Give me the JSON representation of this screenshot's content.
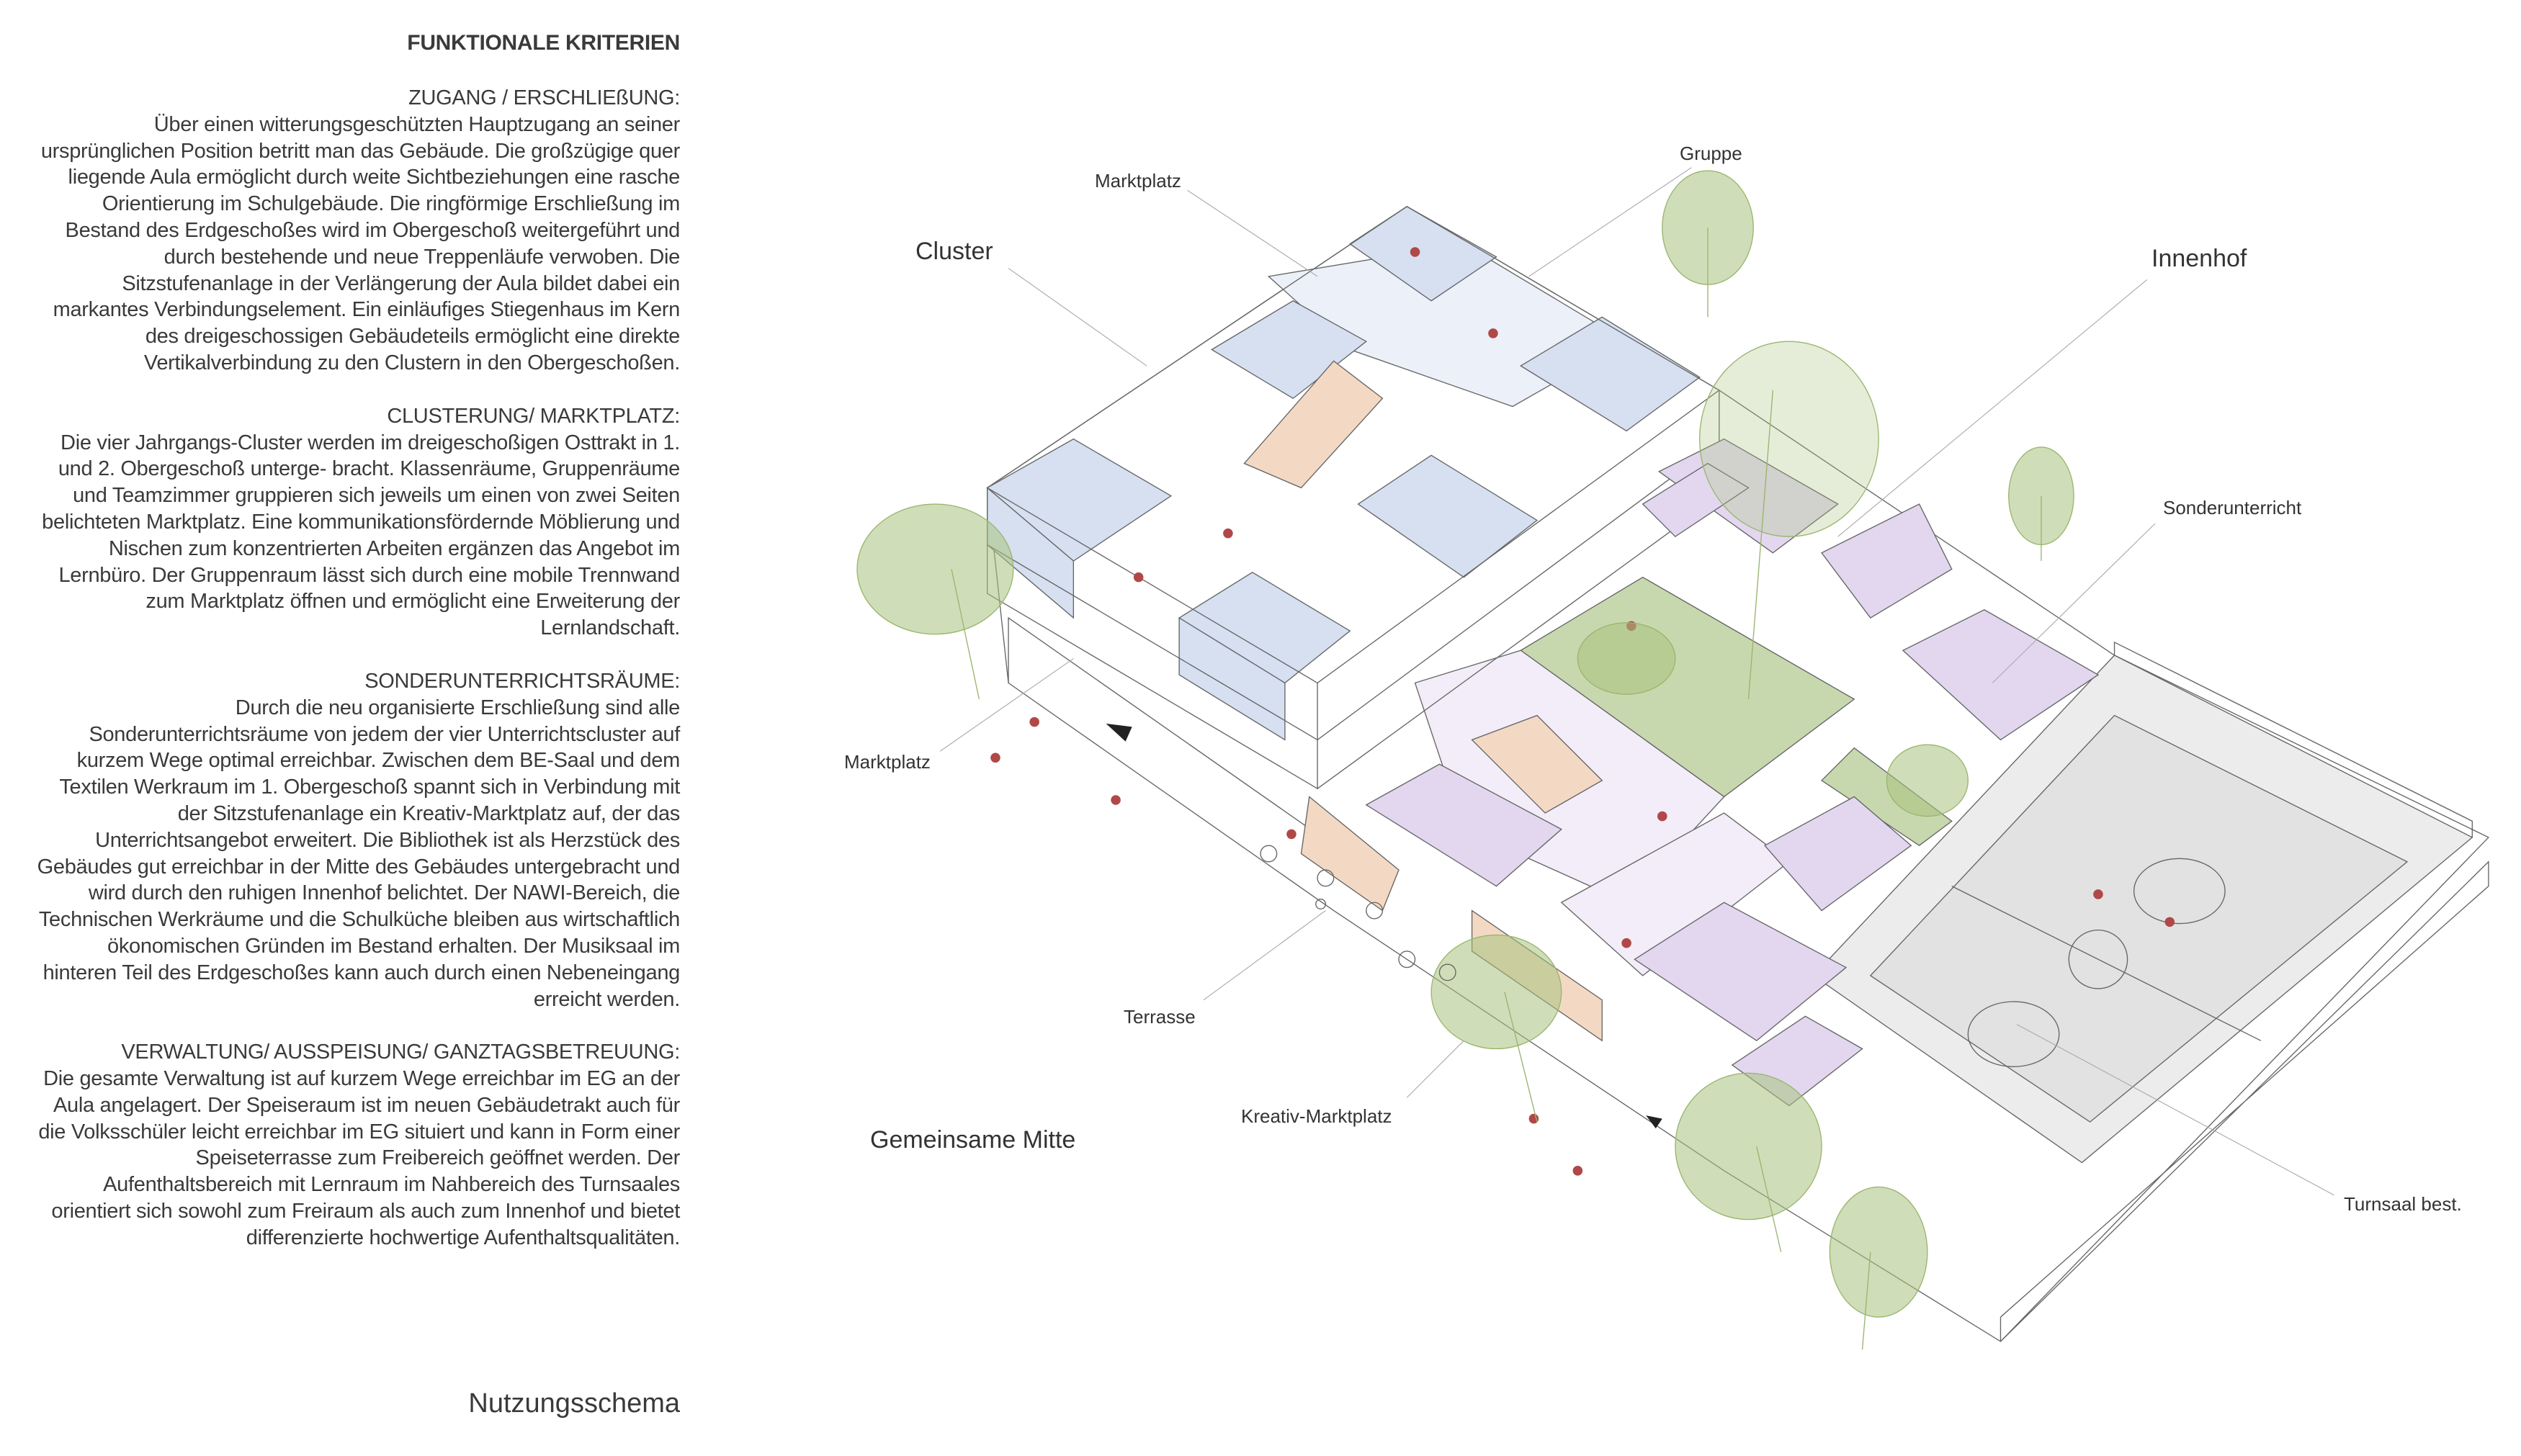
{
  "heading": "FUNKTIONALE KRITERIEN",
  "sections": [
    {
      "title": "ZUGANG / ERSCHLIEßUNG:",
      "body": "Über einen witterungsgeschützten Hauptzugang an seiner ursprünglichen Position betritt man das Gebäude. Die großzügige quer liegende Aula ermöglicht durch weite Sichtbeziehungen eine rasche Orientierung im Schulgebäude. Die ringförmige Erschließung im Bestand des Erdgeschoßes wird im Obergeschoß weitergeführt und durch bestehende und neue Treppenläufe verwoben. Die Sitzstufenanlage in der Verlängerung der Aula bildet dabei ein markantes Verbindungselement. Ein einläufiges Stiegenhaus im Kern des dreigeschossigen Gebäudeteils ermöglicht eine direkte Vertikalverbindung zu den Clustern in den Obergeschoßen."
    },
    {
      "title": "CLUSTERUNG/ MARKTPLATZ:",
      "body": "Die vier Jahrgangs-Cluster werden im dreigeschoßigen Osttrakt in 1. und 2. Obergeschoß unterge- bracht. Klassenräume, Gruppenräume und Teamzimmer gruppieren sich jeweils um einen von zwei Seiten belichteten Marktplatz. Eine kommunikationsfördernde Möblierung und Nischen zum konzentrierten Arbeiten ergänzen das Angebot im Lernbüro. Der Gruppenraum lässt sich durch eine mobile Trennwand zum Marktplatz öffnen und ermöglicht eine Erweiterung der Lernlandschaft."
    },
    {
      "title": "SONDERUNTERRICHTSRÄUME:",
      "body": "Durch die neu organisierte Erschließung sind alle Sonderunterrichtsräume von jedem der vier Unterrichtscluster auf kurzem Wege optimal erreichbar. Zwischen dem BE-Saal und dem Textilen Werkraum im 1. Obergeschoß spannt sich in Verbindung mit der Sitzstufenanlage ein Kreativ-Marktplatz auf, der das Unterrichtsangebot erweitert. Die Bibliothek ist als Herzstück des Gebäudes gut erreichbar in der Mitte des Gebäudes untergebracht und wird durch den ruhigen Innenhof belichtet. Der NAWI-Bereich, die Technischen Werkräume und die Schulküche bleiben aus wirtschaftlich ökonomischen Gründen im Bestand erhalten. Der Musiksaal im hinteren Teil des Erdgeschoßes kann auch durch einen Nebeneingang erreicht werden."
    },
    {
      "title": "VERWALTUNG/ AUSSPEISUNG/ GANZTAGSBETREUUNG:",
      "body": "Die gesamte Verwaltung ist auf kurzem Wege erreichbar im EG an der Aula angelagert. Der Speiseraum ist im neuen Gebäudetrakt auch für die Volksschüler leicht erreichbar im EG situiert und kann in Form einer Speiseterrasse zum Freibereich geöffnet werden. Der Aufenthaltsbereich mit Lernraum im Nahbereich des Turnsaales orientiert sich sowohl zum Freiraum als auch zum Innenhof und bietet differenzierte hochwertige Aufenthaltsqualitäten."
    }
  ],
  "footer_title": "Nutzungsschema",
  "labels": {
    "marktplatz_top": "Marktplatz",
    "cluster": "Cluster",
    "gruppe": "Gruppe",
    "innenhof": "Innenhof",
    "sonderunterricht": "Sonderunterricht",
    "marktplatz_left": "Marktplatz",
    "terrasse": "Terrasse",
    "kreativ_marktplatz": "Kreativ-Marktplatz",
    "gemeinsame_mitte": "Gemeinsame Mitte",
    "turnsaal": "Turnsaal best."
  },
  "colors": {
    "cluster_blue": "#d6e0f1",
    "special_purple": "#e3d7f0",
    "circulation_lilac": "#f2edf8",
    "stair_orange": "#f3d9c4",
    "courtyard_green": "#c8d8ae",
    "tree_green": "#a8c27e",
    "people_red": "#b04848"
  }
}
